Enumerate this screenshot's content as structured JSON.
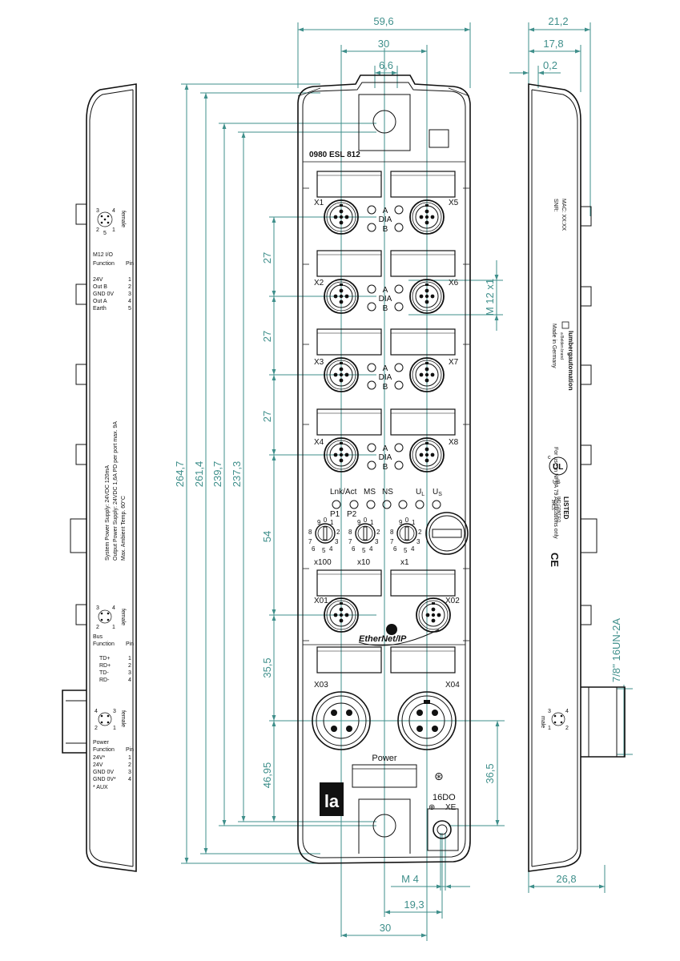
{
  "dimensions": {
    "top_width": "59,6",
    "top_30": "30",
    "top_6_6": "6,6",
    "side_21_2": "21,2",
    "side_17_8": "17,8",
    "side_0_2": "0,2",
    "h_264_7": "264,7",
    "h_261_4": "261,4",
    "h_239_7": "239,7",
    "h_237_3": "237,3",
    "pitch_27a": "27",
    "pitch_27b": "27",
    "pitch_27c": "27",
    "v_54": "54",
    "v_35_5": "35,5",
    "v_46_95": "46,95",
    "v_36_5": "36,5",
    "m12": "M 12 x1",
    "thread": "7/8'' 16UN-2A",
    "m4": "M  4",
    "b_19_3": "19,3",
    "b_30": "30",
    "b_26_8": "26,8"
  },
  "device": {
    "model": "0980 ESL 812",
    "ports": [
      "X1",
      "X2",
      "X3",
      "X4",
      "X5",
      "X6",
      "X7",
      "X8"
    ],
    "led_a": "A",
    "led_dia": "DIA",
    "led_b": "B",
    "status": {
      "lnk": "Lnk/Act",
      "ms": "MS",
      "ns": "NS",
      "ul": "U",
      "ul_sub": "L",
      "us": "U",
      "us_sub": "S",
      "p1": "P1",
      "p2": "P2"
    },
    "switch_x100": "x100",
    "switch_x10": "x10",
    "switch_x1": "x1",
    "dial": [
      "0",
      "1",
      "2",
      "3",
      "4",
      "5",
      "6",
      "7",
      "8",
      "9"
    ],
    "bus_x01": "X01",
    "bus_x02": "X02",
    "ethernet": "EtherNet/IP",
    "pwr_x03": "X03",
    "pwr_x04": "X04",
    "power": "Power",
    "out16": "16DO",
    "xe": "XE",
    "logo": "la"
  },
  "left_panel": {
    "female": "female",
    "pin_nums_io": [
      "3",
      "4",
      "5",
      "2",
      "1"
    ],
    "io_title": "M12 I/O",
    "function": "Function",
    "pin": "Pin",
    "io_rows": [
      [
        "24V",
        "1"
      ],
      [
        "Out B",
        "2"
      ],
      [
        "GND 0V",
        "3"
      ],
      [
        "Out A",
        "4"
      ],
      [
        "Earth",
        "5"
      ]
    ],
    "spec1": "System Power Supply:  24VDC 120mA",
    "spec2": "Output Power Supply:  24VDC 1,6A PD per port max. 9A",
    "spec3": "Max. Ambient Temp.     60°C",
    "bus_female": "female",
    "bus_pins": [
      "3",
      "4",
      "2",
      "1"
    ],
    "bus_title": "Bus",
    "bus_rows": [
      [
        "TD+",
        "1"
      ],
      [
        "RD+",
        "2"
      ],
      [
        "TD-",
        "3"
      ],
      [
        "RD-",
        "4"
      ]
    ],
    "pwr_female": "female",
    "pwr_pins": [
      "4",
      "3",
      "2",
      "1"
    ],
    "pwr_title": "Power",
    "pwr_rows": [
      [
        "24V*",
        "1"
      ],
      [
        "24V",
        "2"
      ],
      [
        "GND 0V",
        "3"
      ],
      [
        "GND 0V*",
        "4"
      ]
    ],
    "aux": "* AUX"
  },
  "right_panel": {
    "mac": "MAC: XX:XX",
    "snr": "SNR:",
    "brand": "lumbergautomation",
    "brand_sub": "a Belden brand",
    "made": "Made in Germany",
    "nfpa": "For use in NFPA 79 Applications only",
    "listed": "LISTED",
    "listed_sub": "IND.CONT.EQ.",
    "listed_num": "2HC5",
    "ul_c": "c",
    "ul": "UL",
    "ul_us": "US",
    "ce": "CE",
    "male": "male",
    "male_pins": [
      "3",
      "4",
      "1",
      "2"
    ]
  }
}
